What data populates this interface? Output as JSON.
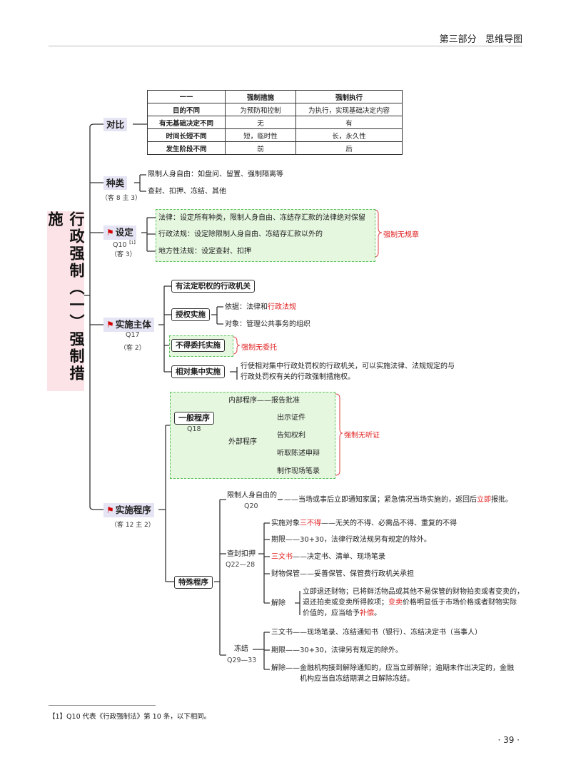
{
  "header": {
    "section": "第三部分",
    "subsection": "思维导图"
  },
  "root_title": "行政强制（一）强制措施",
  "comparison": {
    "label": "对比",
    "headers": [
      "——",
      "强制措施",
      "强制执行"
    ],
    "rows": [
      [
        "目的不同",
        "为预防和控制",
        "为执行，实现基础决定内容"
      ],
      [
        "有无基础决定不同",
        "无",
        "有"
      ],
      [
        "时间长短不同",
        "短，临时性",
        "长，永久性"
      ],
      [
        "发生阶段不同",
        "前",
        "后"
      ]
    ]
  },
  "types": {
    "label": "种类",
    "ref": "（客 8 主 3）",
    "items": [
      "限制人身自由：如盘问、留置、强制隔离等",
      "查封、扣押、冻结、其他"
    ]
  },
  "setting": {
    "label": "设定",
    "q": "Q10",
    "q_sup": "【1】",
    "ref": "（客 3）",
    "items": [
      "法律：设定所有种类，限制人身自由、冻结存汇款的法律绝对保留",
      "行政法规：设定除限制人身自由、冻结存汇款以外的",
      "地方性法规：设定查封、扣押"
    ],
    "note": "强制无规章"
  },
  "subject": {
    "label": "实施主体",
    "q": "Q17",
    "ref": "（客 2）",
    "item1": "有法定职权的行政机关",
    "item2": "授权实施",
    "basis_prefix": "依据：法律和",
    "basis_red": "行政法规",
    "target": "对象：管理公共事务的组织",
    "item3": "不得委托实施",
    "item3_note": "强制无委托",
    "item4": "相对集中实施",
    "item4_desc_1": "行使相对集中行政处罚权的行政机关，可以实施法律、法规规定的与",
    "item4_desc_2": "行政处罚权有关的行政强制措施权。"
  },
  "procedure": {
    "label": "实施程序",
    "ref": "（客 12 主 2）",
    "general": {
      "label": "一般程序",
      "q": "Q18",
      "internal_label": "内部程序",
      "internal_value": "——报告批准",
      "external_label": "外部程序",
      "external_items": [
        "出示证件",
        "告知权利",
        "听取陈述申辩",
        "制作现场笔录"
      ],
      "note": "强制无听证"
    },
    "special": {
      "label": "特殊程序",
      "restrict": {
        "label": "限制人身自由的",
        "q": "Q20",
        "desc_prefix": "——当场或事后立即通知家属；紧急情况当场实施的，返回后",
        "desc_red": "立即",
        "desc_suffix": "报批。"
      },
      "seize": {
        "label": "查封扣押",
        "q": "Q22—28",
        "object_prefix": "实施对象",
        "object_red": "三不得",
        "object_suffix": "——无关的不得、必需品不得、重复的不得",
        "period": "期限——30+30，法律行政法规另有规定的除外。",
        "docs_red": "三文书",
        "docs_suffix": "——决定书、清单、现场笔录",
        "custody": "财物保管——妥善保管、保管费行政机关承担",
        "release_label": "解除",
        "release_1": "立即退还财物；已将鲜活物品或其他不易保管的财物拍卖或者变卖的，",
        "release_2_prefix": "退还拍卖或变卖所得款项；",
        "release_2_red": "变卖",
        "release_2_suffix": "价格明显低于市场价格或者财物实际",
        "release_3_prefix": "价值的，应当给予",
        "release_3_red": "补偿",
        "release_3_suffix": "。"
      },
      "freeze": {
        "label": "冻结",
        "q": "Q29—33",
        "docs": "三文书——现场笔录、冻结通知书（银行）、冻结决定书（当事人）",
        "period": "期限——30+30，法律另有规定的除外。",
        "release_1": "解除——金融机构接到解除通知的，应当立即解除；逾期未作出决定的，金融",
        "release_2": "机构应当自冻结期满之日解除冻结。"
      }
    }
  },
  "footnote": "【1】Q10 代表《行政强制法》第 10 条，以下相同。",
  "page_number": "· 39 ·"
}
